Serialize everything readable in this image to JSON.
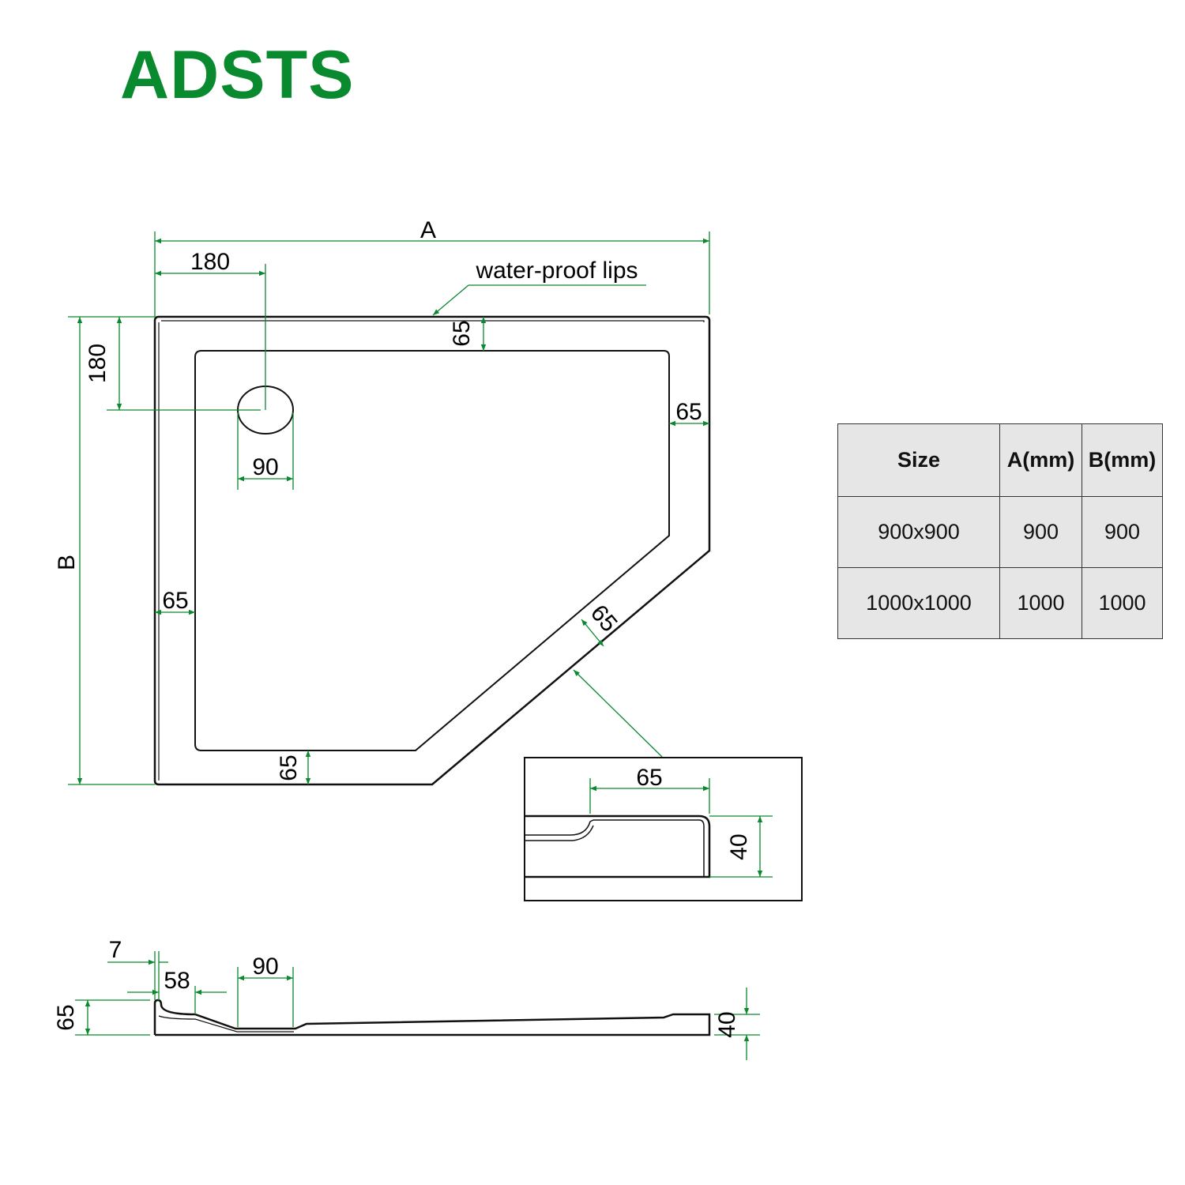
{
  "brand": {
    "name": "ADSTS",
    "color": "#0a8a2e"
  },
  "colors": {
    "dimension": "#0a8a2e",
    "outline": "#111111",
    "table_bg": "#e6e6e6"
  },
  "drawing": {
    "label_a": "A",
    "label_b": "B",
    "waste_offset_x": "180",
    "waste_offset_y": "180",
    "waste_diameter": "90",
    "lip_note": "water-proof lips",
    "rim_top": "65",
    "rim_right": "65",
    "rim_left": "65",
    "rim_bottom": "65",
    "rim_diagonal": "65",
    "detail_rim": "65",
    "detail_height": "40",
    "section_lip": "7",
    "section_offset": "58",
    "section_waste": "90",
    "section_height": "65",
    "section_base": "40"
  },
  "table": {
    "headers": [
      "Size",
      "A(mm)",
      "B(mm)"
    ],
    "rows": [
      [
        "900x900",
        "900",
        "900"
      ],
      [
        "1000x1000",
        "1000",
        "1000"
      ]
    ]
  }
}
